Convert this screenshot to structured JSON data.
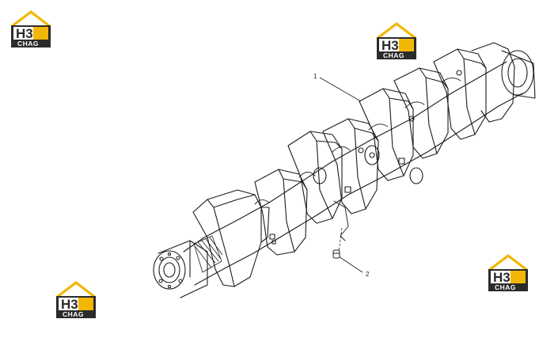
{
  "watermark": {
    "brand_primary": "H3",
    "brand_secondary": "CHAG",
    "colors": {
      "roof": "#f2b705",
      "box": "#2b2b2b"
    }
  },
  "diagram": {
    "subject": "crankshaft-assembly",
    "callouts": [
      {
        "label": "1",
        "part": "crankshaft"
      },
      {
        "label": "2",
        "part": "plug"
      }
    ]
  }
}
